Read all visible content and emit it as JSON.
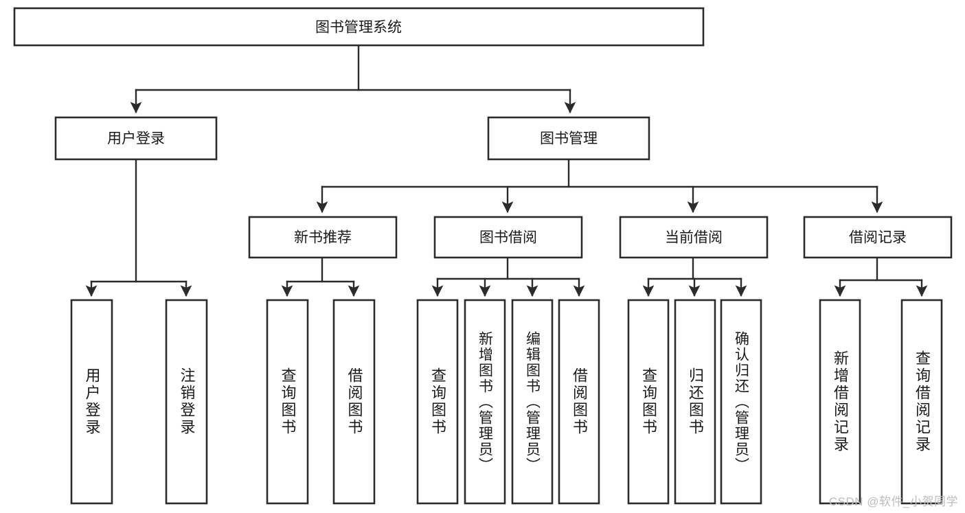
{
  "diagram": {
    "title": "图书管理系统",
    "type": "tree-hierarchy",
    "root": {
      "label": "图书管理系统"
    },
    "level2": [
      {
        "label": "用户登录"
      },
      {
        "label": "图书管理"
      }
    ],
    "level3": [
      {
        "label": "新书推荐"
      },
      {
        "label": "图书借阅"
      },
      {
        "label": "当前借阅"
      },
      {
        "label": "借阅记录"
      }
    ],
    "leaves": {
      "user_login": [
        {
          "label": "用户登录"
        },
        {
          "label": "注销登录"
        }
      ],
      "new_book_recommend": [
        {
          "label": "查询图书"
        },
        {
          "label": "借阅图书"
        }
      ],
      "book_borrow": [
        {
          "label": "查询图书"
        },
        {
          "label": "新增图书（管理员）"
        },
        {
          "label": "编辑图书（管理员）"
        },
        {
          "label": "借阅图书"
        }
      ],
      "current_borrow": [
        {
          "label": "查询图书"
        },
        {
          "label": "归还图书"
        },
        {
          "label": "确认归还（管理员）"
        }
      ],
      "borrow_record": [
        {
          "label": "新增借阅记录"
        },
        {
          "label": "查询借阅记录"
        }
      ]
    }
  },
  "watermark": {
    "text": "CSDN @软件_小贺同学"
  },
  "colors": {
    "stroke": "#2b2b2b",
    "fill": "#ffffff",
    "text": "#1a1a1a",
    "watermark": "#bdbdbd"
  }
}
